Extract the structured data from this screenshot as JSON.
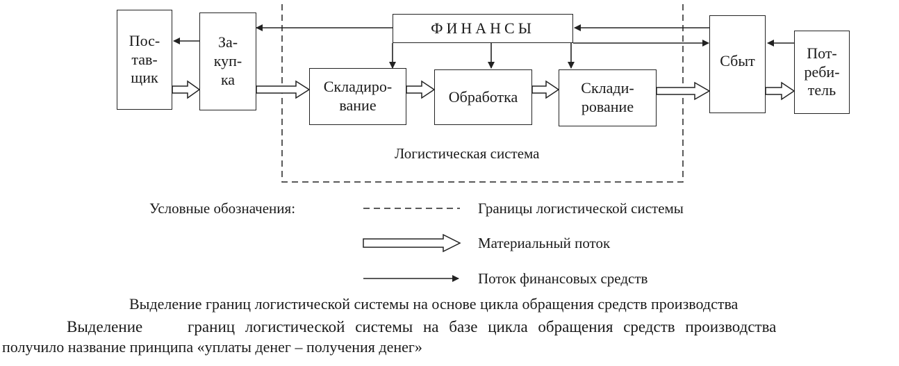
{
  "diagram": {
    "nodes": {
      "supplier": [
        "Пос-",
        "тав-",
        "щик"
      ],
      "purchase": [
        "За-",
        "куп-",
        "ка"
      ],
      "storage1": [
        "Складиро-",
        "вание"
      ],
      "processing": [
        "Обработка"
      ],
      "storage2": [
        "Склади-",
        "рование"
      ],
      "sales": [
        "Сбыт"
      ],
      "consumer": [
        "Пот-",
        "реби-",
        "тель"
      ],
      "finance": "ФИНАНСЫ"
    },
    "system_label": "Логистическая система",
    "legend": {
      "title": "Условные обозначения:",
      "boundary": "Границы логистической системы",
      "material_flow": "Материальный поток",
      "financial_flow": "Поток финансовых средств"
    }
  },
  "caption": "Выделение границ логистической системы на основе цикла обращения средств производства",
  "paragraph": {
    "line1_start": "Выделение",
    "line1_rest": "границ логистической системы на базе цикла обращения средств производства",
    "line2": "получило название принципа «уплаты денег – получения денег»"
  }
}
